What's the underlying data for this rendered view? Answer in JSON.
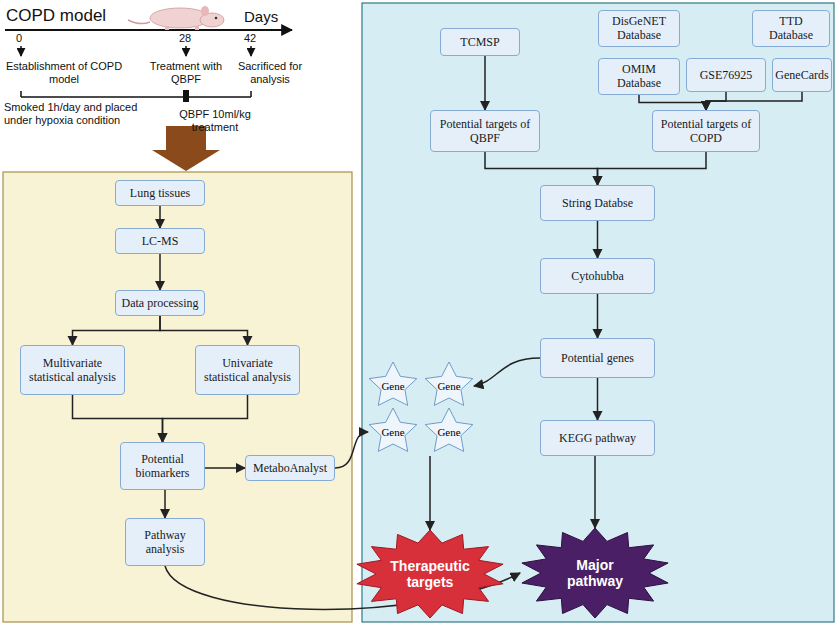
{
  "diagram": {
    "nodes": [
      {
        "text": [
          "Lung tissues"
        ]
      },
      {
        "text": [
          "LC-MS"
        ]
      },
      {
        "text": [
          "Data processing"
        ]
      },
      {
        "text": [
          "Multivariate statistical analysis"
        ]
      },
      {
        "text": [
          "Univariate statistical analysis"
        ]
      },
      {
        "text": [
          "Potential biomarkers"
        ]
      },
      {
        "text": [
          "MetaboAnalyst"
        ]
      },
      {
        "text": [
          "Pathway analysis"
        ]
      },
      {
        "text": [
          "TCMSP"
        ]
      },
      {
        "text": [
          "DisGeNET Database"
        ]
      },
      {
        "text": [
          "TTD Database"
        ]
      },
      {
        "text": [
          "OMIM Database"
        ]
      },
      {
        "text": [
          "GSE76925"
        ]
      },
      {
        "text": [
          "GeneCards"
        ]
      },
      {
        "text": [
          "Potential targets of QBPF"
        ]
      },
      {
        "text": [
          "Potential targets of COPD"
        ]
      },
      {
        "text": [
          "String Databse"
        ]
      },
      {
        "text": [
          "Cytohubba"
        ]
      },
      {
        "text": [
          "Potential genes"
        ]
      },
      {
        "text": [
          "KEGG pathway"
        ]
      },
      {
        "text": [
          "Gene"
        ]
      },
      {
        "text": [
          "Gene"
        ]
      },
      {
        "text": [
          "Gene"
        ]
      },
      {
        "text": [
          "Gene"
        ]
      },
      {
        "text": [
          "Therapeutic targets"
        ]
      },
      {
        "text": [
          "Major pathway"
        ]
      }
    ],
    "edges": [
      {
        "from": 0,
        "to": 1,
        "arrow": "to"
      },
      {
        "from": 1,
        "to": 2,
        "arrow": "to"
      },
      {
        "from": 2,
        "to": 3,
        "arrow": "to"
      },
      {
        "from": 2,
        "to": 4,
        "arrow": "to"
      },
      {
        "from": 3,
        "to": 5,
        "arrow": "to"
      },
      {
        "from": 4,
        "to": 5,
        "arrow": "to"
      },
      {
        "from": 5,
        "to": 6,
        "arrow": "to"
      },
      {
        "from": 5,
        "to": 7,
        "arrow": "to"
      },
      {
        "from": 6,
        "to": 22,
        "arrow": "to"
      },
      {
        "from": 7,
        "to": 25,
        "arrow": "to"
      },
      {
        "from": 8,
        "to": 14,
        "arrow": "to"
      },
      {
        "from": 11,
        "to": 15,
        "arrow": "to"
      },
      {
        "from": 12,
        "to": 15,
        "arrow": "to"
      },
      {
        "from": 13,
        "to": 15,
        "arrow": "to"
      },
      {
        "from": 14,
        "to": 16,
        "arrow": "to"
      },
      {
        "from": 15,
        "to": 16,
        "arrow": "to"
      },
      {
        "from": 16,
        "to": 17,
        "arrow": "to"
      },
      {
        "from": 17,
        "to": 18,
        "arrow": "to"
      },
      {
        "from": 18,
        "to": 19,
        "arrow": "to"
      },
      {
        "from": 19,
        "to": 25,
        "arrow": "to"
      },
      {
        "from": 18,
        "to": 21,
        "arrow": "to"
      },
      {
        "from": 23,
        "to": 24,
        "arrow": "to"
      }
    ],
    "labels": [
      "COPD model",
      "Days",
      "0",
      "28",
      "42",
      "Establishment of COPD model",
      "Treatment with QBPF",
      "Sacrificed for analysis",
      "Smoked 1h/day and placed under hypoxia condition",
      "QBPF 10ml/kg treatment"
    ]
  }
}
